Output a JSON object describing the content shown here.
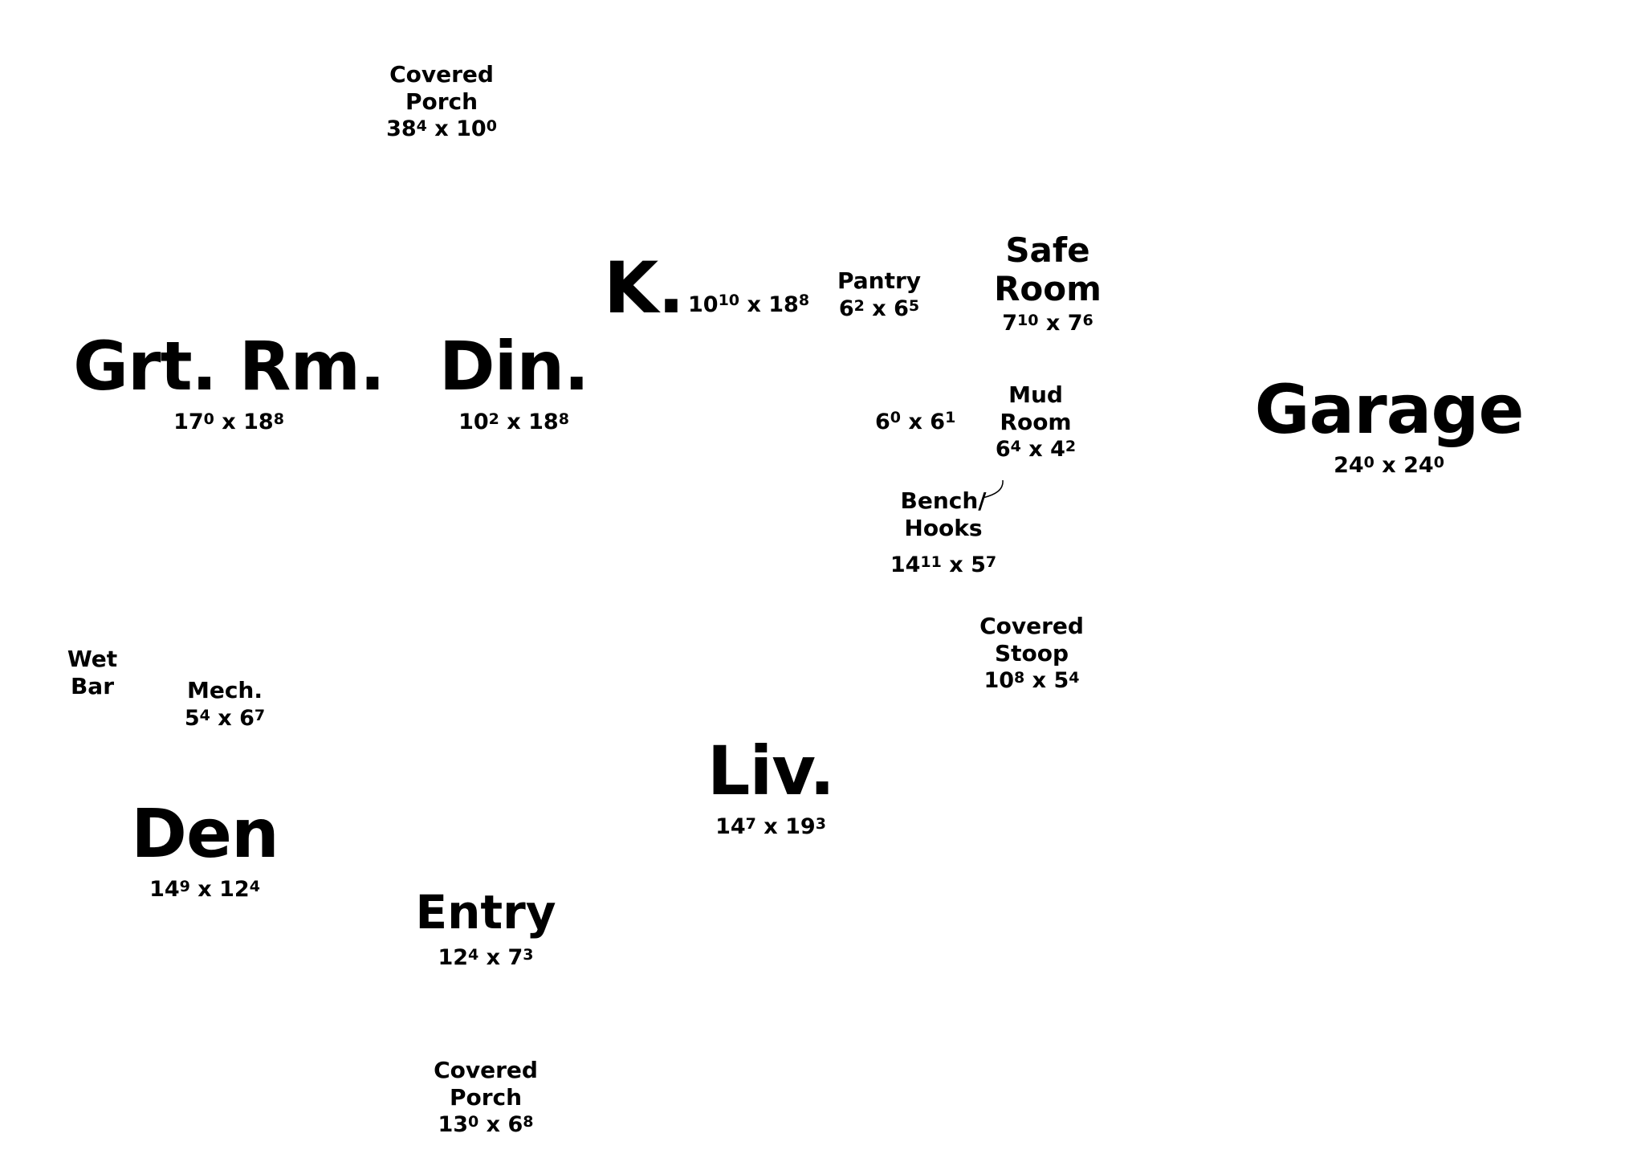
{
  "rooms": {
    "covered_porch_top": {
      "name_lines": [
        "Covered",
        "Porch"
      ],
      "dims": {
        "w": "38",
        "w_in": "4",
        "h": "10",
        "h_in": "0"
      }
    },
    "kitchen": {
      "name": "K.",
      "dims": {
        "w": "10",
        "w_in": "10",
        "h": "18",
        "h_in": "8"
      }
    },
    "pantry": {
      "name": "Pantry",
      "dims": {
        "w": "6",
        "w_in": "2",
        "h": "6",
        "h_in": "5"
      }
    },
    "safe_room": {
      "name_lines": [
        "Safe",
        "Room"
      ],
      "dims": {
        "w": "7",
        "w_in": "10",
        "h": "7",
        "h_in": "6"
      }
    },
    "great_room": {
      "name": "Grt. Rm.",
      "dims": {
        "w": "17",
        "w_in": "0",
        "h": "18",
        "h_in": "8"
      }
    },
    "dining": {
      "name": "Din.",
      "dims": {
        "w": "10",
        "w_in": "2",
        "h": "18",
        "h_in": "8"
      }
    },
    "unnamed_closet": {
      "dims": {
        "w": "6",
        "w_in": "0",
        "h": "6",
        "h_in": "1"
      }
    },
    "mud_room": {
      "name_lines": [
        "Mud",
        "Room"
      ],
      "dims": {
        "w": "6",
        "w_in": "4",
        "h": "4",
        "h_in": "2"
      }
    },
    "garage": {
      "name": "Garage",
      "dims": {
        "w": "24",
        "w_in": "0",
        "h": "24",
        "h_in": "0"
      }
    },
    "bench_hooks": {
      "name_lines": [
        "Bench/",
        "Hooks"
      ],
      "dims": {
        "w": "14",
        "w_in": "11",
        "h": "5",
        "h_in": "7"
      }
    },
    "covered_stoop": {
      "name_lines": [
        "Covered",
        "Stoop"
      ],
      "dims": {
        "w": "10",
        "w_in": "8",
        "h": "5",
        "h_in": "4"
      }
    },
    "wet_bar": {
      "name_lines": [
        "Wet",
        "Bar"
      ]
    },
    "mech": {
      "name": "Mech.",
      "dims": {
        "w": "5",
        "w_in": "4",
        "h": "6",
        "h_in": "7"
      }
    },
    "living": {
      "name": "Liv.",
      "dims": {
        "w": "14",
        "w_in": "7",
        "h": "19",
        "h_in": "3"
      }
    },
    "den": {
      "name": "Den",
      "dims": {
        "w": "14",
        "w_in": "9",
        "h": "12",
        "h_in": "4"
      }
    },
    "entry": {
      "name": "Entry",
      "dims": {
        "w": "12",
        "w_in": "4",
        "h": "7",
        "h_in": "3"
      }
    },
    "covered_porch_bottom": {
      "name_lines": [
        "Covered",
        "Porch"
      ],
      "dims": {
        "w": "13",
        "w_in": "0",
        "h": "6",
        "h_in": "8"
      }
    }
  },
  "dims_separator": "x",
  "colors": {
    "text": "#000000",
    "background": "#ffffff"
  }
}
